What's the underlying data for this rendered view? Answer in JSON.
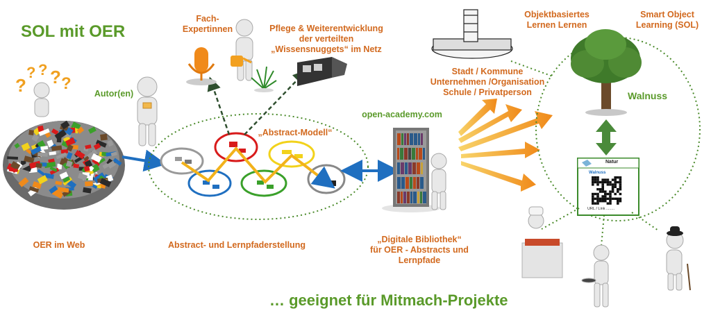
{
  "title": "SOL mit OER",
  "footer": "… geeignet für Mitmach-Projekte",
  "labels": {
    "fach_expertinnen": [
      "Fach-",
      "Expertinnen"
    ],
    "pflege": [
      "Pflege & Weiterentwicklung",
      "der verteilten",
      "„Wissensnuggets“ im Netz"
    ],
    "autoren": "Autor(en)",
    "abstract_modell": "„Abstract-Modell“",
    "oer_im_web": "OER im Web",
    "abstract_lernpfad": "Abstract- und Lernpfaderstellung",
    "open_academy": "open-academy.com",
    "digitale_bibliothek": [
      "„Digitale Bibliothek“",
      "für OER - Abstracts und",
      "Lernpfade"
    ],
    "stadt": [
      "Stadt / Kommune",
      "Unternehmen /Organisation",
      "Schule / Privatperson"
    ],
    "objektbasiertes": [
      "Objektbasiertes",
      "Lernen Lernen"
    ],
    "smart_object": [
      "Smart Object",
      "Learning (SOL)"
    ],
    "walnuss": "Walnuss"
  },
  "qr_card": {
    "header": "Natur",
    "name": "Walnuss",
    "link": "URL / Link ........"
  },
  "colors": {
    "title_green": "#5a9a2a",
    "label_orange": "#d2691e",
    "accent_blue": "#1f6fc0",
    "ellipse_green": "#4a8a2a"
  }
}
